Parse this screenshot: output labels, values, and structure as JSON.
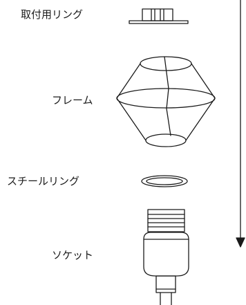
{
  "labels": {
    "mount_ring": "取付用リング",
    "frame": "フレーム",
    "steel_ring": "スチールリング",
    "socket": "ソケット"
  },
  "colors": {
    "stroke": "#1a1a1a",
    "background": "#ffffff"
  }
}
